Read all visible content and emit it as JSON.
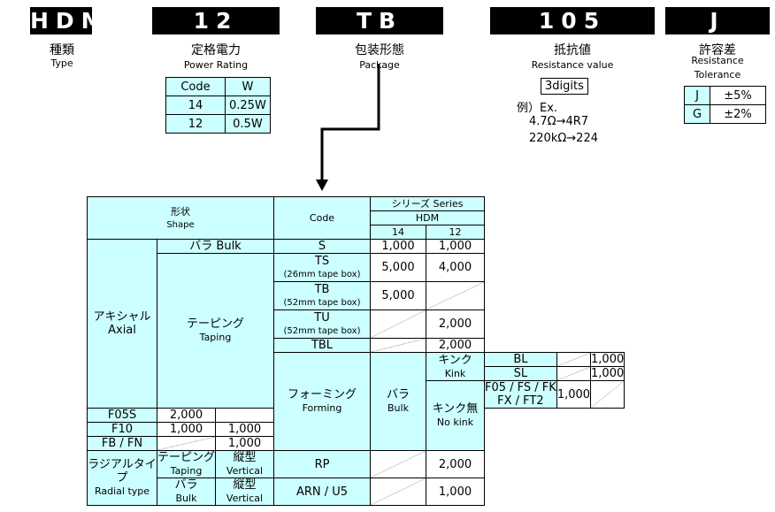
{
  "header_codes": [
    {
      "code": "HDM",
      "jp": "種類",
      "en": "Type"
    },
    {
      "code": "12",
      "jp": "定格電力",
      "en": "Power Rating"
    },
    {
      "code": "TB",
      "jp": "包装形態",
      "en": "Package"
    },
    {
      "code": "105",
      "jp": "抵抗値",
      "en": "Resistance value"
    },
    {
      "code": "J",
      "jp": "許容差",
      "en": "Resistance",
      "en2": "Tolerance"
    }
  ],
  "power_table": {
    "h1": "Code",
    "h2": "W",
    "rows": [
      [
        "14",
        "0.25W"
      ],
      [
        "12",
        "0.5W"
      ]
    ]
  },
  "resistance": {
    "digits": "3digits",
    "ex_label": "例）Ex.",
    "ex1": "4.7Ω→4R7",
    "ex2": "220kΩ→224"
  },
  "tolerance_table": [
    [
      "J",
      "±5%"
    ],
    [
      "G",
      "±2%"
    ]
  ],
  "main": {
    "shape_jp": "形状",
    "shape_en": "Shape",
    "code": "Code",
    "series": "シリーズ Series",
    "hdm": "HDM",
    "c14": "14",
    "c12": "12",
    "axial_jp": "アキシャル",
    "axial_en": "Axial",
    "bulk_jp_en": "バラ Bulk",
    "s": "S",
    "s14": "1,000",
    "s12": "1,000",
    "taping_jp": "テーピング",
    "taping_en": "Taping",
    "ts": "TS",
    "ts_sub": "(26mm tape box)",
    "ts14": "5,000",
    "ts12": "4,000",
    "tb": "TB",
    "tb_sub": "(52mm tape box)",
    "tb14": "5,000",
    "tu": "TU",
    "tu_sub": "(52mm tape box)",
    "tu12": "2,000",
    "tbl": "TBL",
    "tbl12": "2,000",
    "forming_jp": "フォーミング",
    "forming_en": "Forming",
    "fbulk_jp": "バラ",
    "fbulk_en": "Bulk",
    "kink_jp": "キンク",
    "kink_en": "Kink",
    "bl": "BL",
    "bl12": "1,000",
    "sl": "SL",
    "sl12": "1,000",
    "nokink_jp": "キンク無",
    "nokink_en": "No kink",
    "f05a": "F05 / FS / FK",
    "f05b": "FX / FT2",
    "f05_14": "1,000",
    "f05s": "F05S",
    "f05s14": "2,000",
    "f10": "F10",
    "f10_14": "1,000",
    "f10_12": "1,000",
    "fb": "FB / FN",
    "fb12": "1,000",
    "radial_jp": "ラジアルタイプ",
    "radial_en": "Radial type",
    "rtap_jp": "テーピング",
    "rtap_en": "Taping",
    "vert_jp": "縦型",
    "vert_en": "Vertical",
    "rp": "RP",
    "rp12": "2,000",
    "rbulk_jp": "バラ",
    "rbulk_en": "Bulk",
    "arn": "ARN / U5",
    "arn12": "1,000"
  }
}
